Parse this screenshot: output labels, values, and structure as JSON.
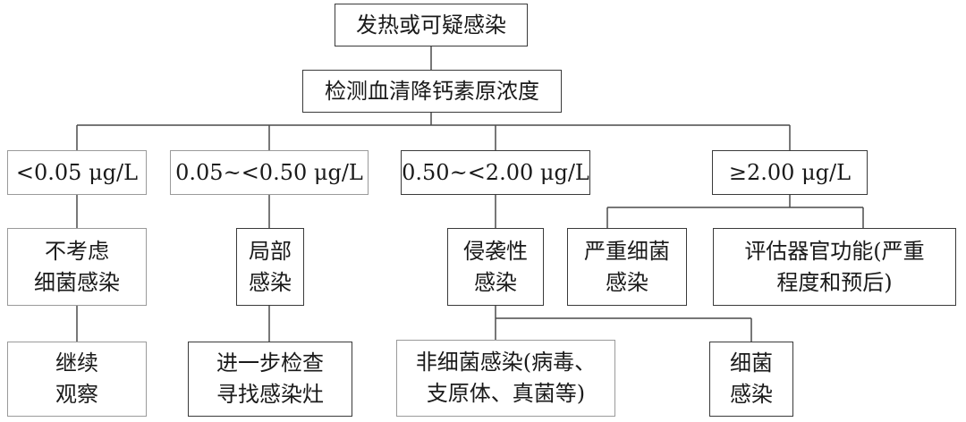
{
  "nodes": {
    "root": "发热或可疑感染",
    "test": "检测血清降钙素原浓度",
    "range1": "<0.05 μg/L",
    "range2": "0.05~<0.50 μg/L",
    "range3": "0.50~<2.00 μg/L",
    "range4": "≥2.00 μg/L",
    "r1_result": "不考虑\n细菌感染",
    "r1_action": "继续\n观察",
    "r2_result": "局部\n感染",
    "r2_action": "进一步检查\n寻找感染灶",
    "r3_result": "侵袭性\n感染",
    "r3_nonbacterial": "非细菌感染(病毒、\n支原体、真菌等)",
    "r3_bacterial": "细菌\n感染",
    "r4_severe": "严重细菌\n感染",
    "r4_assess": "评估器官功能(严重\n程度和预后)"
  }
}
